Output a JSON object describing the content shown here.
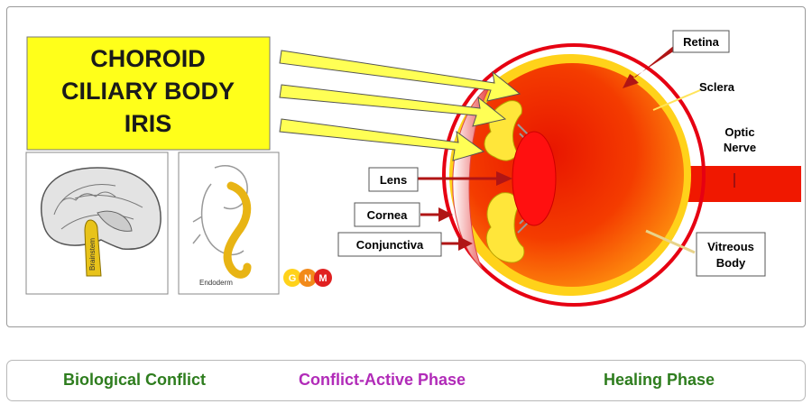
{
  "diagram": {
    "title_lines": [
      "CHOROID",
      "CILIARY BODY",
      "IRIS"
    ],
    "labels": {
      "retina": "Retina",
      "sclera": "Sclera",
      "optic_nerve_1": "Optic",
      "optic_nerve_2": "Nerve",
      "lens": "Lens",
      "cornea": "Cornea",
      "conjunctiva": "Conjunctiva",
      "vitreous_1": "Vitreous",
      "vitreous_2": "Body"
    },
    "brain_caption": "Brainstem",
    "embryo_caption": "Endoderm",
    "gnm_logo": [
      "G",
      "N",
      "M"
    ],
    "colors": {
      "title_box": "#ffff1a",
      "eyeball": "#f23200",
      "sclera": "#ffd21a",
      "retina_ring": "#e60012",
      "arrow_fill": "#ffff55",
      "pointer": "#b01515"
    }
  },
  "tabs": [
    {
      "label": "Biological Conflict"
    },
    {
      "label": "Conflict-Active Phase"
    },
    {
      "label": "Healing Phase"
    }
  ]
}
